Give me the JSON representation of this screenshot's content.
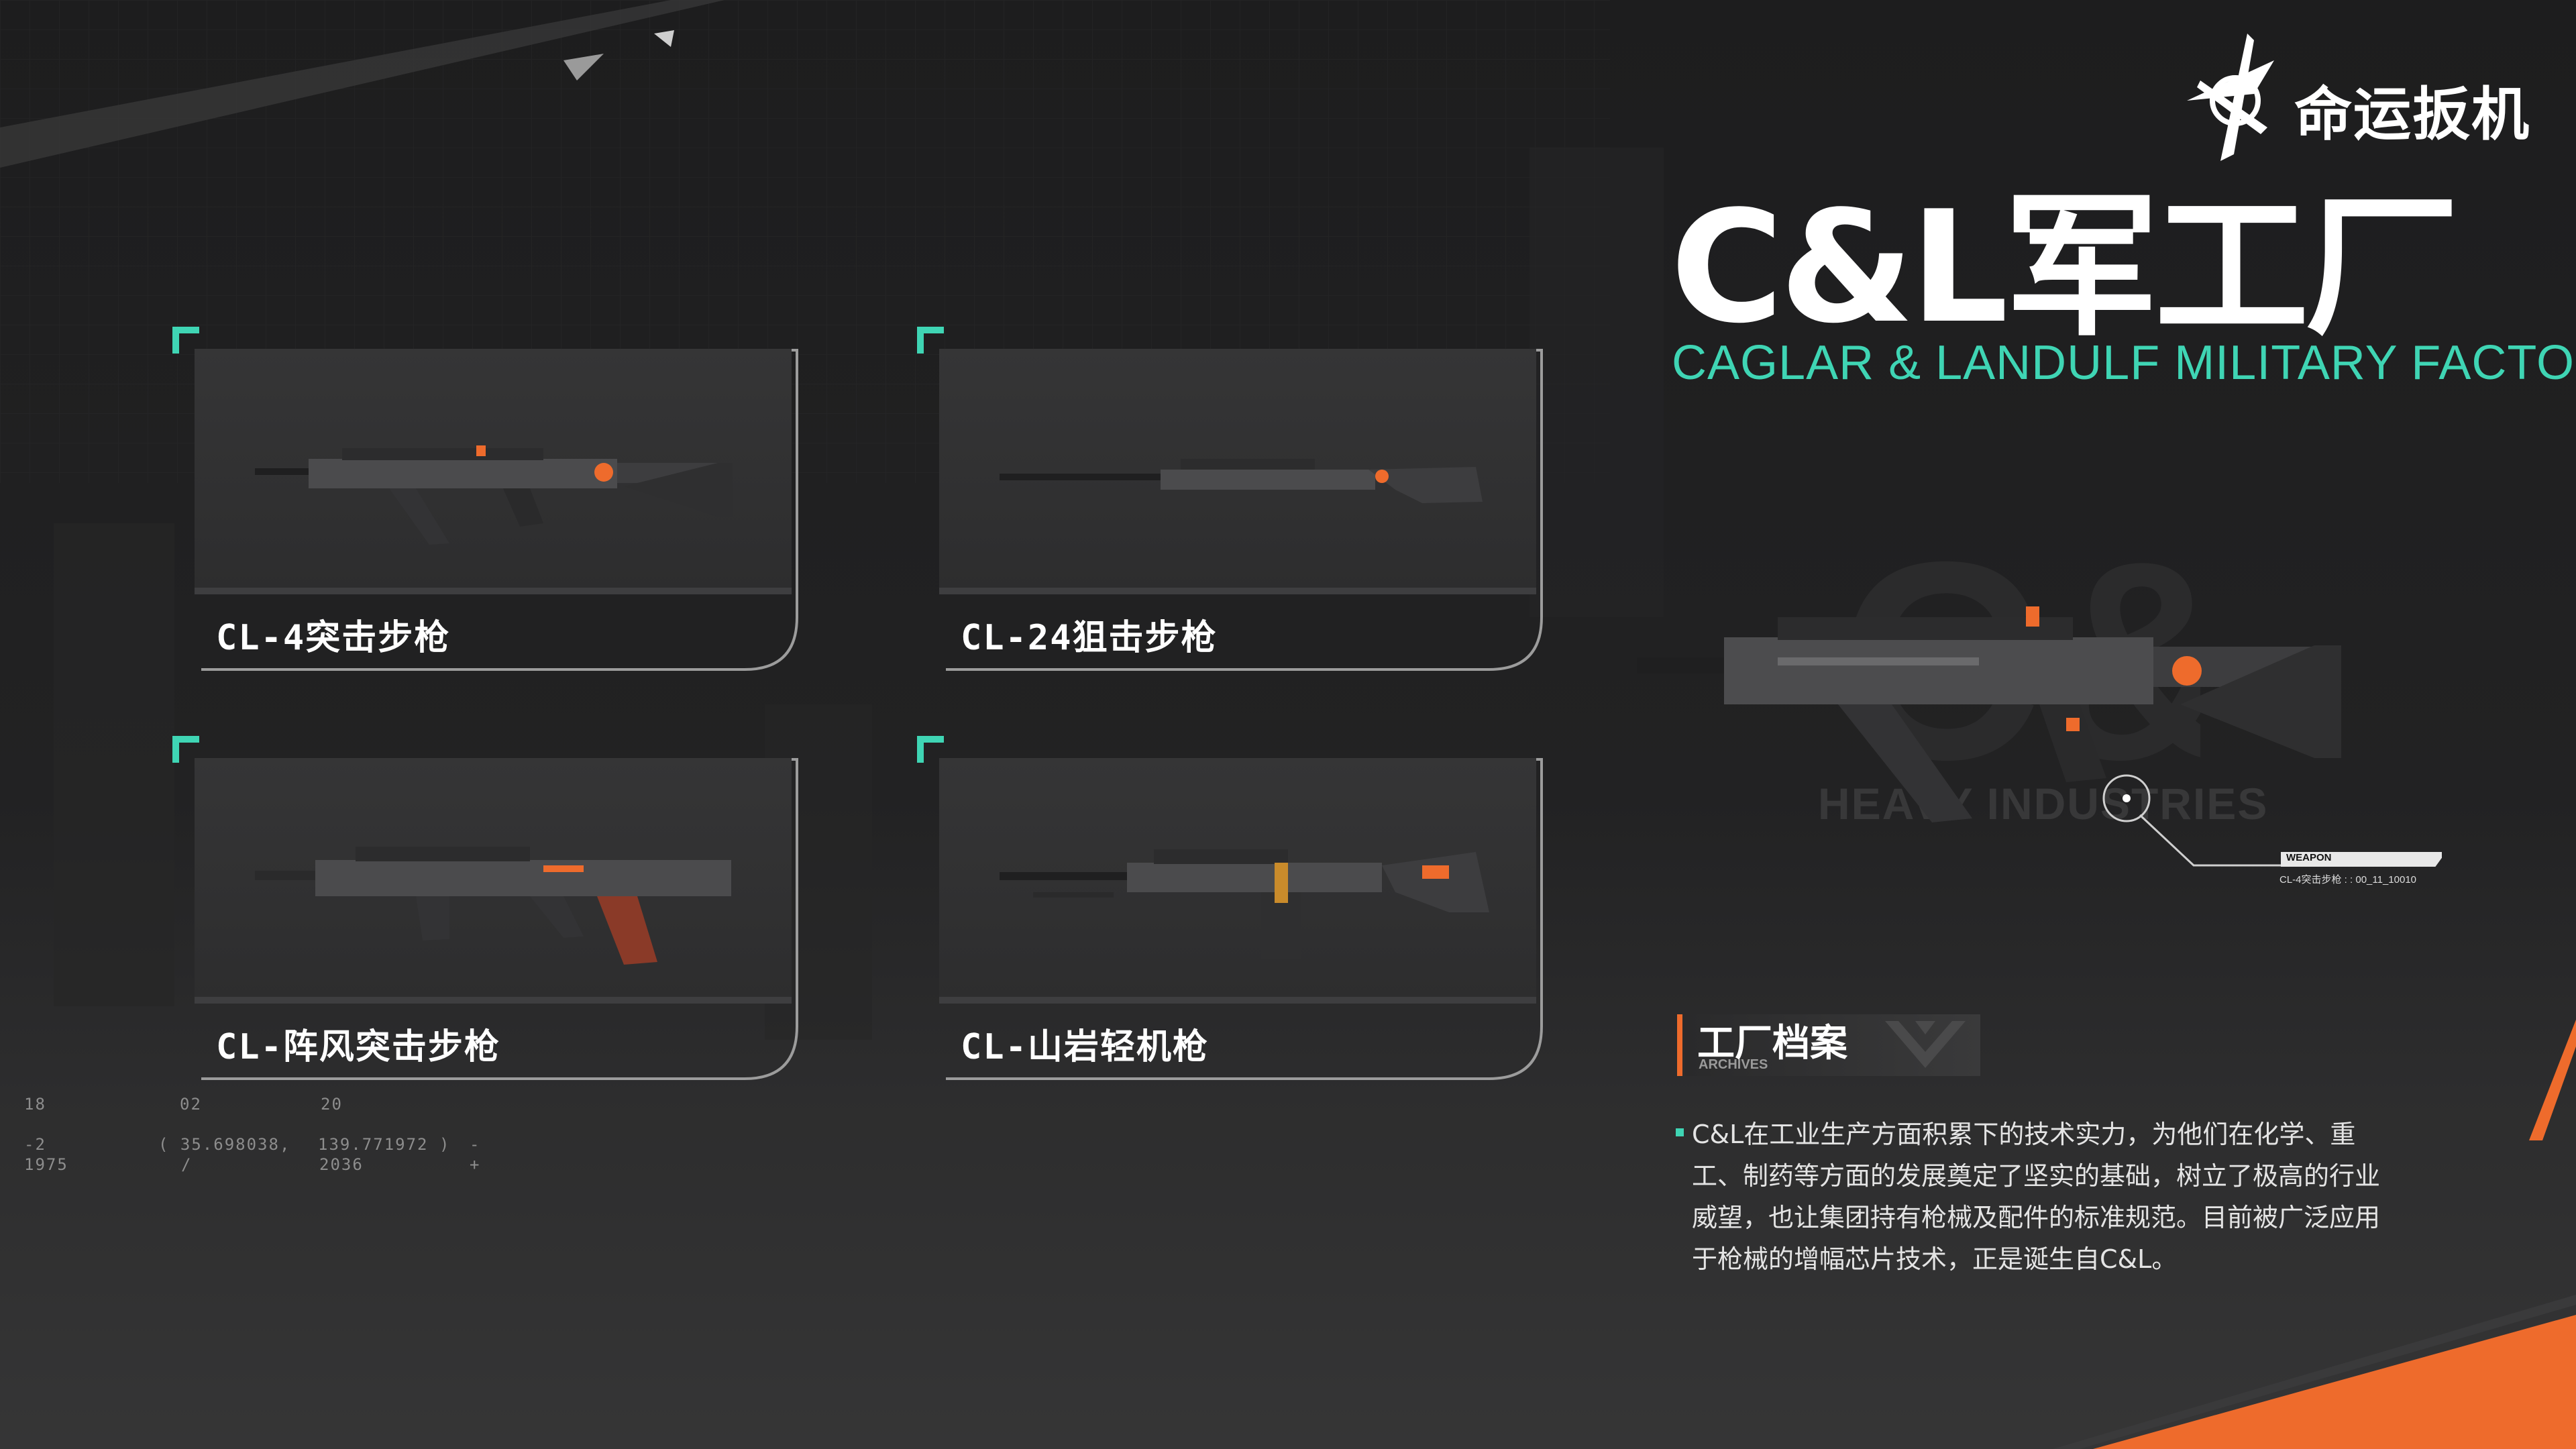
{
  "logo": {
    "text": "命运扳机"
  },
  "header": {
    "title": "C&L军工厂",
    "subtitle": "CAGLAR & LANDULF MILITARY FACTORY"
  },
  "weapons": [
    {
      "name": "CL-4突击步枪"
    },
    {
      "name": "CL-24狙击步枪"
    },
    {
      "name": "CL-阵风突击步枪"
    },
    {
      "name": "CL-山岩轻机枪"
    }
  ],
  "featured": {
    "bg_text": "HEAVY INDUSTRIES",
    "tag_label": "WEAPON",
    "tag_code": "CL-4突击步枪 : : 00_11_10010"
  },
  "archives": {
    "title": "工厂档案",
    "subtitle": "ARCHIVES",
    "description": "C&L在工业生产方面积累下的技术实力，为他们在化学、重工、制药等方面的发展奠定了坚实的基础，树立了极高的行业威望，也让集团持有枪械及配件的标准规范。目前被广泛应用于枪械的增幅芯片技术，正是诞生自C&L。"
  },
  "coords": {
    "top": [
      "18",
      "02",
      "20"
    ],
    "left": [
      "-2",
      "1975"
    ],
    "values": [
      "( 35.698038,",
      "139.771972 )",
      "-"
    ],
    "bottom": [
      "/",
      "2036",
      "+"
    ]
  },
  "colors": {
    "accent_teal": "#3fd5b4",
    "accent_orange": "#ee6b2c",
    "background": "#1c1c1d"
  }
}
